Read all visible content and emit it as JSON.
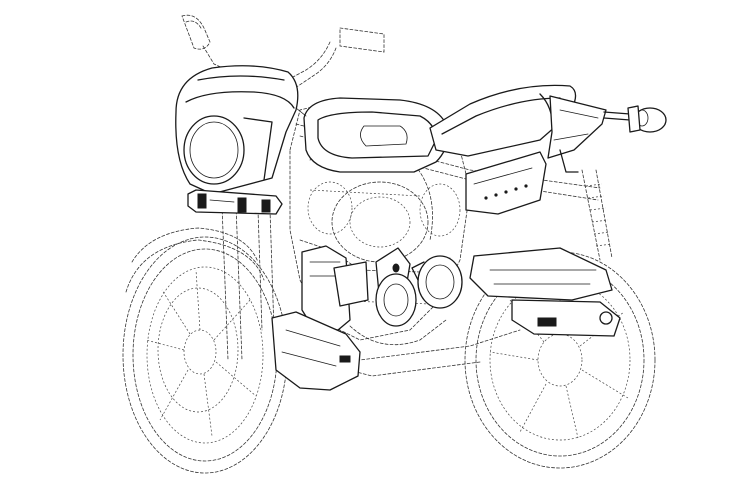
{
  "figure": {
    "subject": "motorcycle-patent-line-drawing",
    "stroke_color": "#1a1a1a",
    "background_color": "#ffffff",
    "line_styles": [
      "solid",
      "dashed"
    ]
  }
}
